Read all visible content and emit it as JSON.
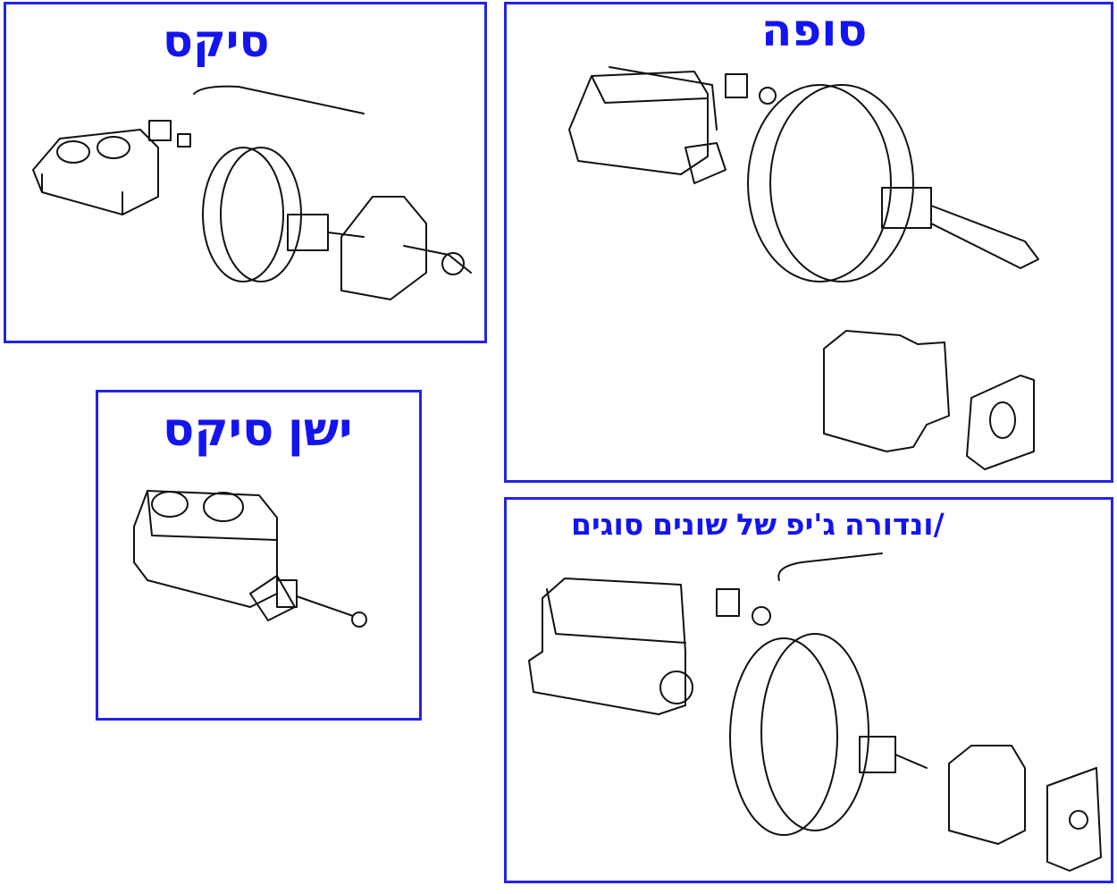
{
  "panels": {
    "six": {
      "title_words": [
        "סיקס"
      ]
    },
    "sufa": {
      "title_words": [
        "סופה"
      ]
    },
    "six_old": {
      "title_words": [
        "סיקס",
        "ישן"
      ]
    },
    "jeep": {
      "title_words": [
        "סוגים",
        "שונים",
        "של",
        "ג'יפ",
        "/ונדורה"
      ]
    }
  },
  "colors": {
    "border": "#2323e6",
    "title": "#1414f0"
  }
}
